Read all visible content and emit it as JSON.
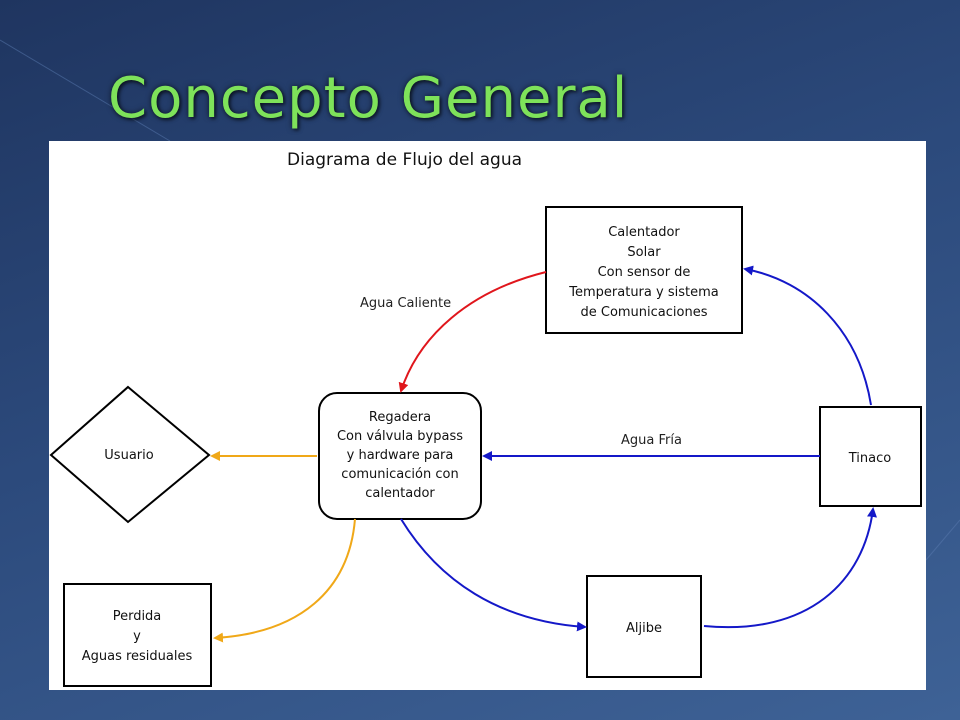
{
  "slide": {
    "title": "Concepto General"
  },
  "diagram": {
    "title": "Diagrama de Flujo del agua",
    "nodes": {
      "calentador": [
        "Calentador",
        "Solar",
        "Con sensor de",
        "Temperatura y sistema",
        "de Comunicaciones"
      ],
      "regadera": [
        "Regadera",
        "Con válvula bypass",
        "y hardware para",
        "comunicación con",
        "calentador"
      ],
      "usuario": [
        "Usuario"
      ],
      "tinaco": [
        "Tinaco"
      ],
      "perdida": [
        "Perdida",
        "y",
        "Aguas residuales"
      ],
      "aljibe": [
        "Aljibe"
      ]
    },
    "edge_labels": {
      "agua_caliente": "Agua Caliente",
      "agua_fria": "Agua Fría"
    },
    "colors": {
      "hot": "#e0161c",
      "cold": "#1418c8",
      "output": "#f0a818"
    }
  }
}
